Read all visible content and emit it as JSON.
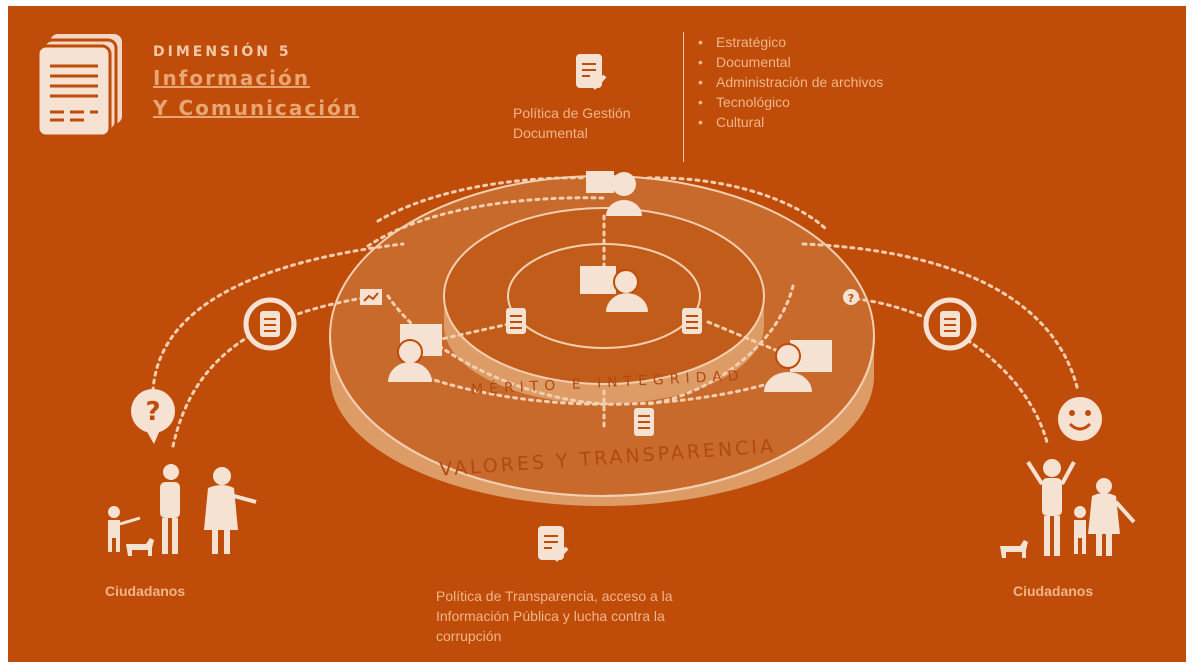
{
  "header": {
    "dimension_label": "DIMENSIÓN 5",
    "title_line1": "Información",
    "title_line2": "Y Comunicación"
  },
  "politica_gestion": {
    "label": "Política de Gestión Documental",
    "items": [
      "Estratégico",
      "Documental",
      "Administración de archivos",
      "Tecnológico",
      "Cultural"
    ]
  },
  "rings": {
    "inner_label": "MÉRITO E INTEGRIDAD",
    "outer_label": "VALORES Y TRANSPARENCIA"
  },
  "citizens": {
    "left_label": "Ciudadanos",
    "right_label": "Ciudadanos"
  },
  "politica_transparencia": {
    "label": "Política de Transparencia, acceso a la Información Pública y lucha contra la corrupción"
  },
  "icons": [
    "documents-stack-icon",
    "document-check-icon",
    "computer-user-icon",
    "form-icon",
    "question-bubble-icon",
    "smiley-icon",
    "family-icon"
  ],
  "colors": {
    "background": "#bf4c08",
    "ring_fill": "#d9955f",
    "light": "#f3cfb2",
    "text": "#f0b58a"
  }
}
